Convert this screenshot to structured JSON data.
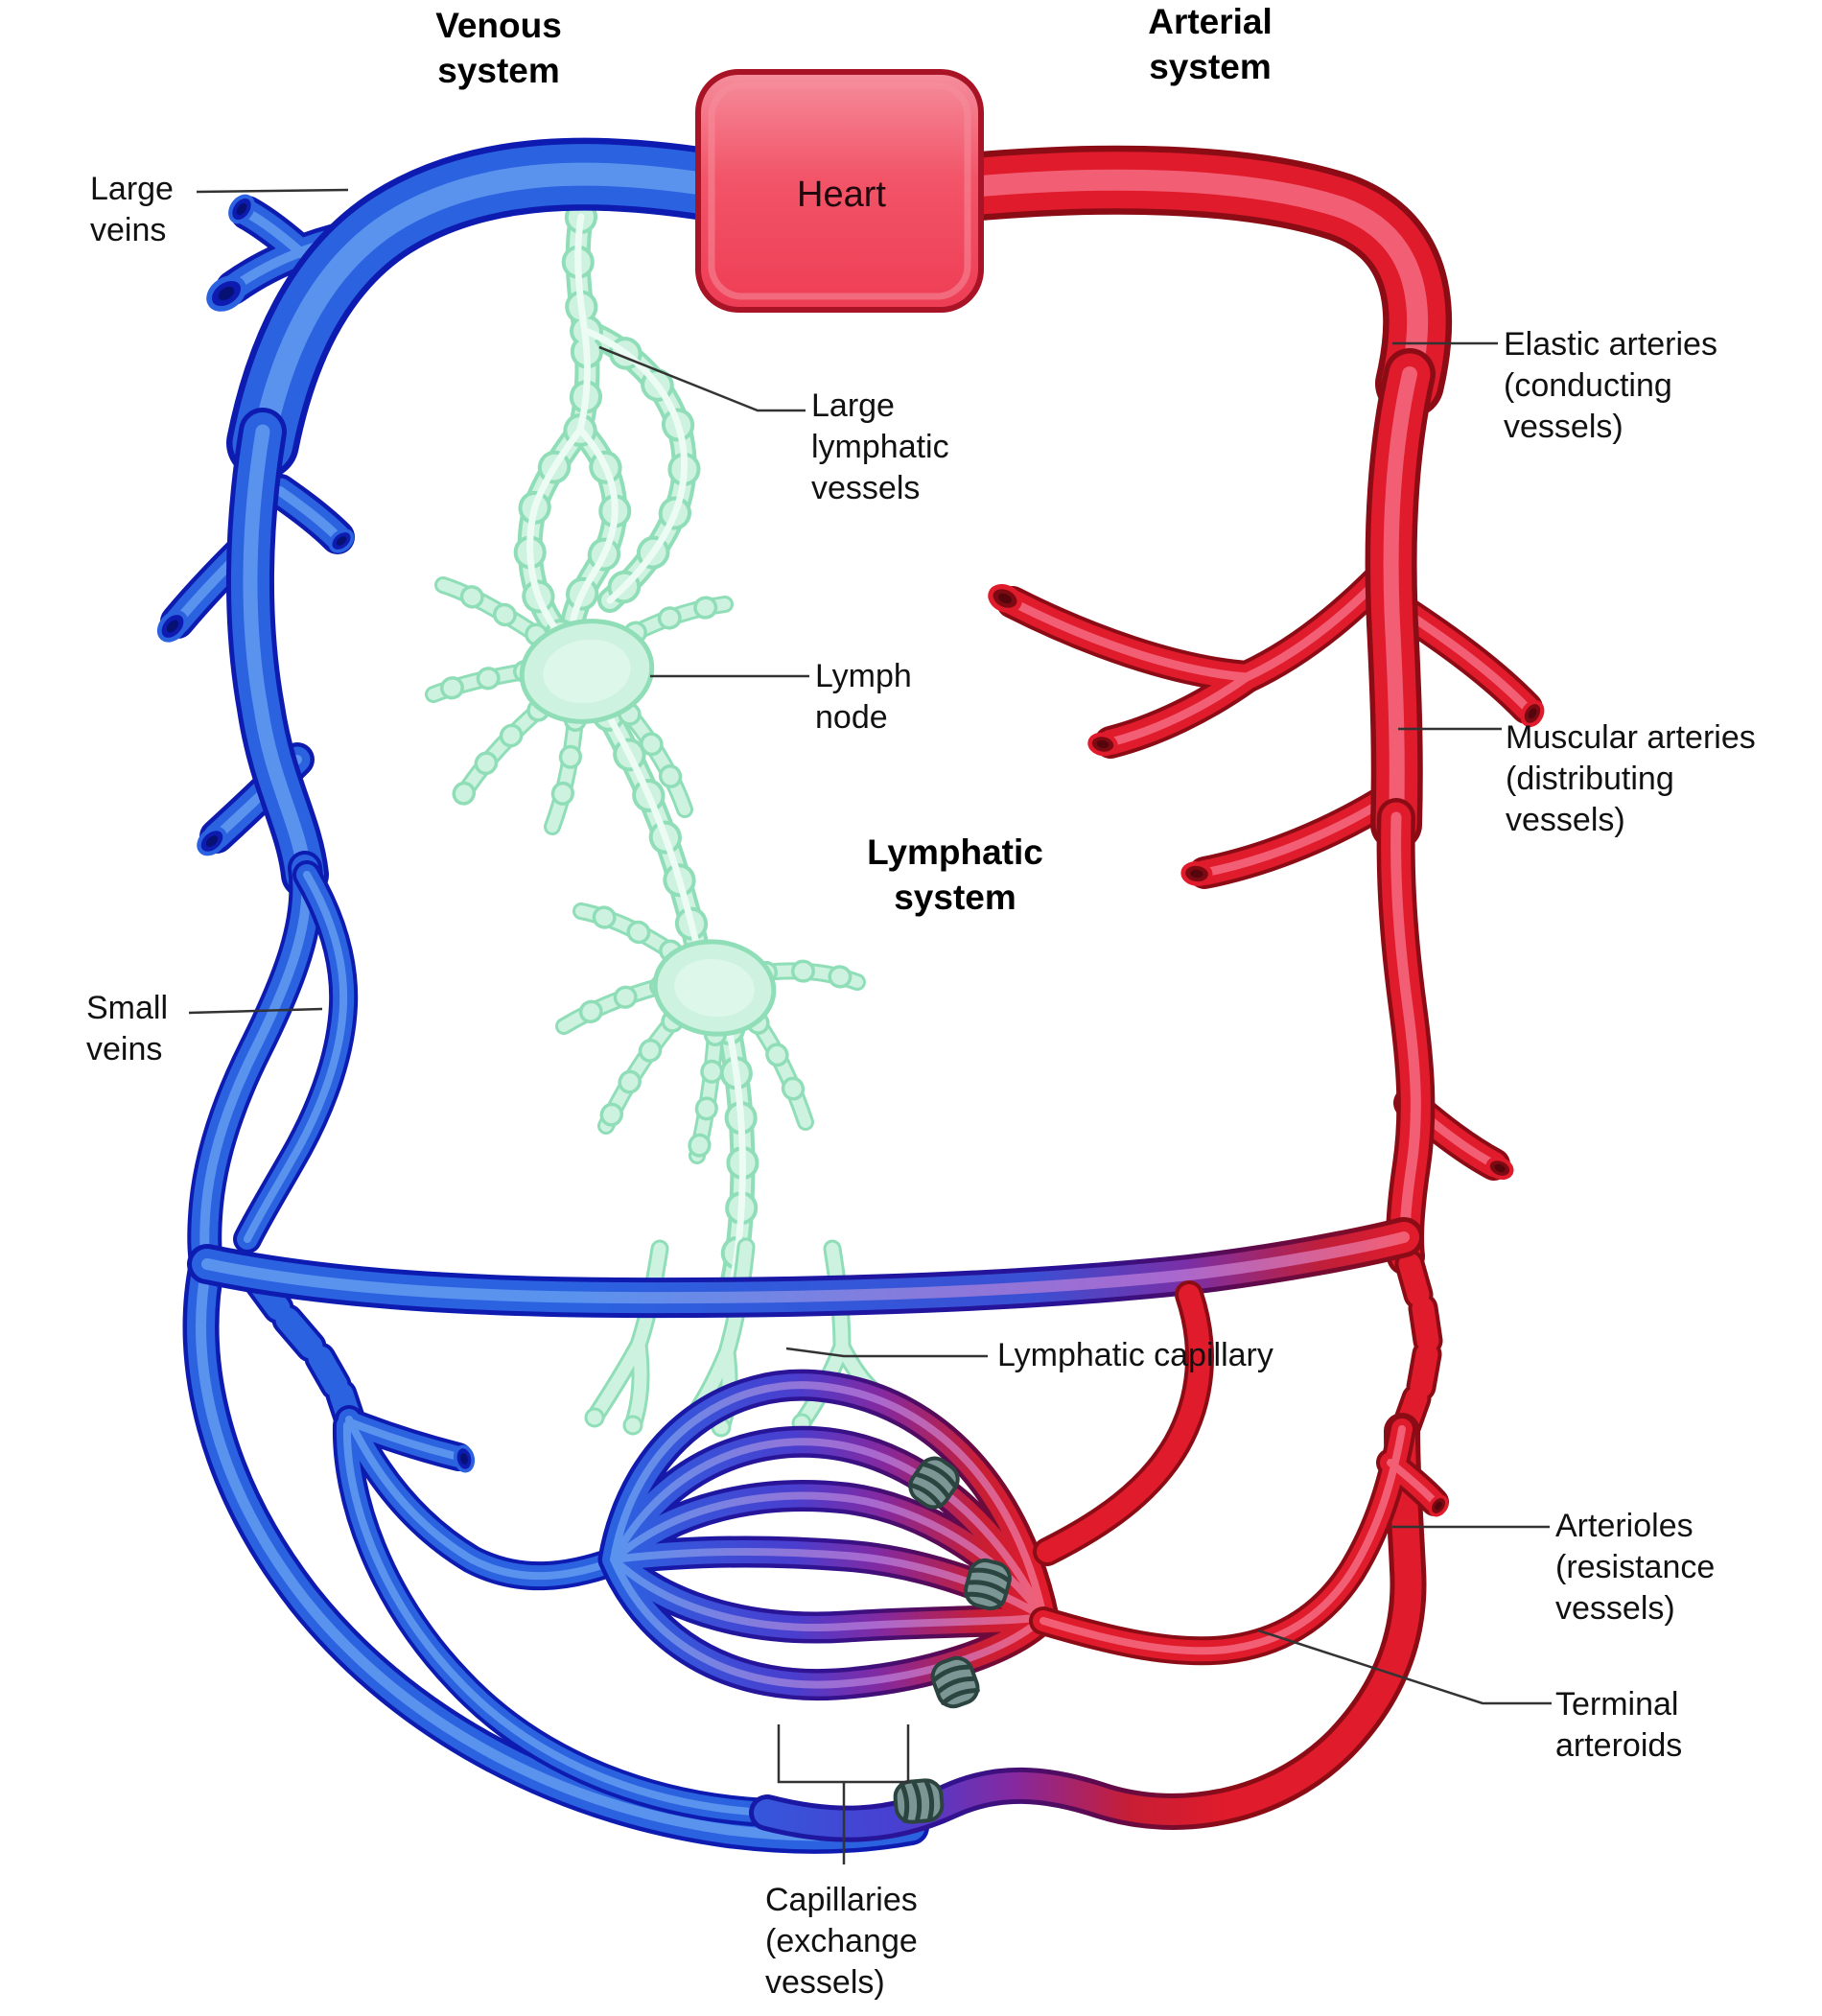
{
  "labels": {
    "venous_system": "Venous\nsystem",
    "arterial_system": "Arterial\nsystem",
    "heart": "Heart",
    "large_veins": "Large\nveins",
    "small_veins": "Small\nveins",
    "large_lymphatic_vessels": "Large\nlymphatic\nvessels",
    "lymph_node": "Lymph\nnode",
    "lymphatic_system": "Lymphatic\nsystem",
    "lymphatic_capillary": "Lymphatic capillary",
    "elastic_arteries": "Elastic arteries\n(conducting\nvessels)",
    "muscular_arteries": "Muscular arteries\n(distributing\nvessels)",
    "arterioles": "Arterioles\n(resistance\nvessels)",
    "terminal_arteroids": "Terminal\narteroids",
    "capillaries": "Capillaries\n(exchange\nvessels)"
  },
  "colors": {
    "vein_blue": "#2b62e0",
    "artery_red": "#e01b2c",
    "lymph_green": "#cdf2df",
    "heart_pink": "#f25468",
    "sphincter_gray": "#7b9694",
    "label_black": "#111111"
  }
}
